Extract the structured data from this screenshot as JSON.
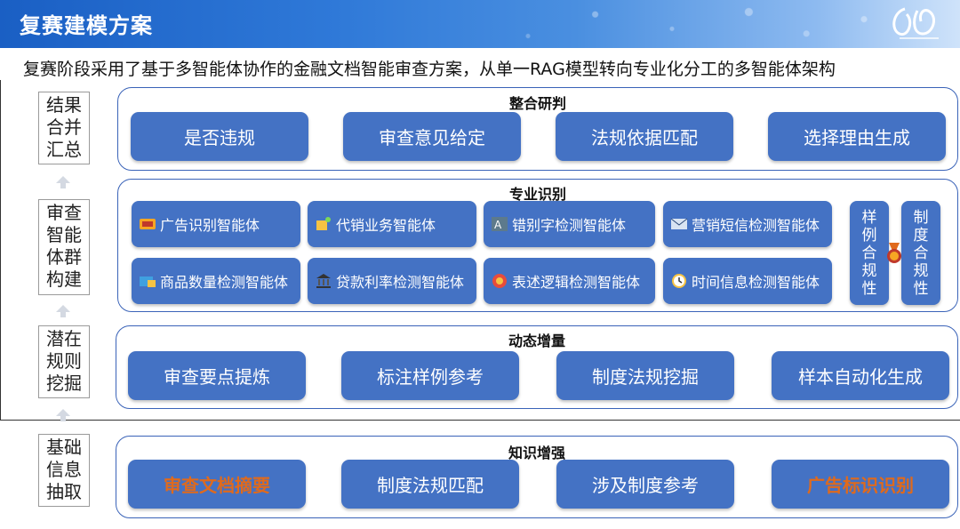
{
  "header": {
    "title": "复赛建模方案"
  },
  "subtitle": "复赛阶段采用了基于多智能体协作的金融文档智能审查方案，从单一RAG模型转向专业化分工的多智能体架构",
  "side_labels": [
    {
      "text": "结果\n合并\n汇总"
    },
    {
      "text": "审查\n智能\n体群\n构建"
    },
    {
      "text": "潜在\n规则\n挖掘"
    },
    {
      "text": "基础\n信息\n抽取"
    }
  ],
  "integrate": {
    "title": "整合研判",
    "buttons": [
      "是否违规",
      "审查意见给定",
      "法规依据匹配",
      "选择理由生成"
    ]
  },
  "specialize": {
    "title": "专业识别",
    "agents": [
      {
        "label": "广告识别智能体",
        "icon": "ad-icon"
      },
      {
        "label": "代销业务智能体",
        "icon": "handshake-icon"
      },
      {
        "label": "错别字检测智能体",
        "icon": "text-check-icon"
      },
      {
        "label": "营销短信检测智能体",
        "icon": "envelope-icon"
      },
      {
        "label": "商品数量检测智能体",
        "icon": "wallet-icon"
      },
      {
        "label": "贷款利率检测智能体",
        "icon": "bank-icon"
      },
      {
        "label": "表述逻辑检测智能体",
        "icon": "gear-icon"
      },
      {
        "label": "时间信息检测智能体",
        "icon": "clock-icon"
      }
    ],
    "vertical": [
      "样\n例\n合\n规\n性",
      "制\n度\n合\n规\n性"
    ],
    "medal_icon": "medal-icon"
  },
  "dynamic": {
    "title": "动态增量",
    "buttons": [
      "审查要点提炼",
      "标注样例参考",
      "制度法规挖掘",
      "样本自动化生成"
    ]
  },
  "knowledge": {
    "title": "知识增强",
    "buttons": [
      "审查文档摘要",
      "制度法规匹配",
      "涉及制度参考",
      "广告标识识别"
    ],
    "highlight_color": "#e06a1c"
  },
  "colors": {
    "button": "#4472c4",
    "panel_border": "#3a63b8"
  }
}
